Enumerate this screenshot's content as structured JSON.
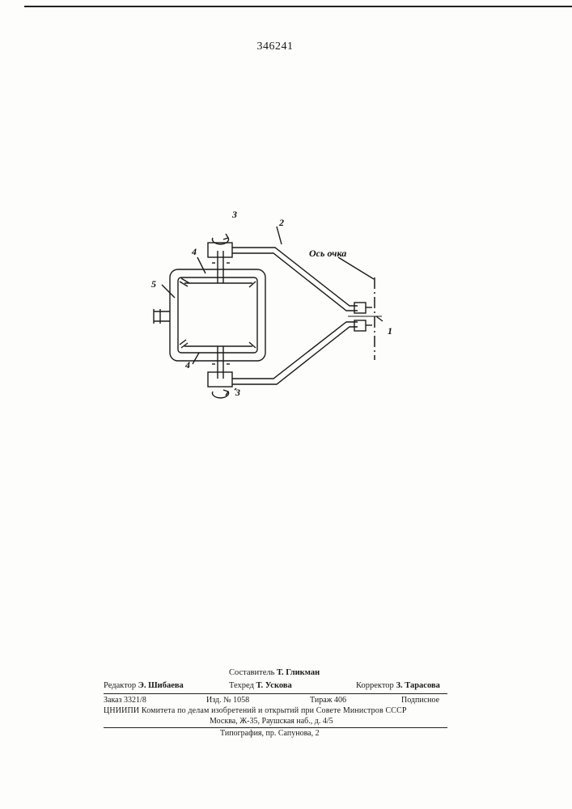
{
  "header": {
    "patent_number": "346241"
  },
  "figure": {
    "labels": {
      "l1": "1",
      "l2": "2",
      "l3_top": "3",
      "l3_bottom": "3",
      "l4_top": "4",
      "l4_bottom": "4",
      "l5": "5",
      "axis": "Ось очка"
    }
  },
  "colophon": {
    "composer_label": "Составитель",
    "composer_name": "Т. Гликман",
    "editor_label": "Редактор",
    "editor_name": "Э. Шибаева",
    "techred_label": "Техред",
    "techred_name": "Т. Ускова",
    "corrector_label": "Корректор",
    "corrector_name": "З. Тарасова",
    "order": "Заказ 3321/8",
    "edition": "Изд. № 1058",
    "print_run": "Тираж 406",
    "subscription": "Подписное",
    "org_line": "ЦНИИПИ Комитета по делам изобретений и открытий при Совете Министров СССР",
    "address": "Москва, Ж-35, Раушская наб., д. 4/5",
    "printer": "Типография, пр. Сапунова, 2"
  }
}
